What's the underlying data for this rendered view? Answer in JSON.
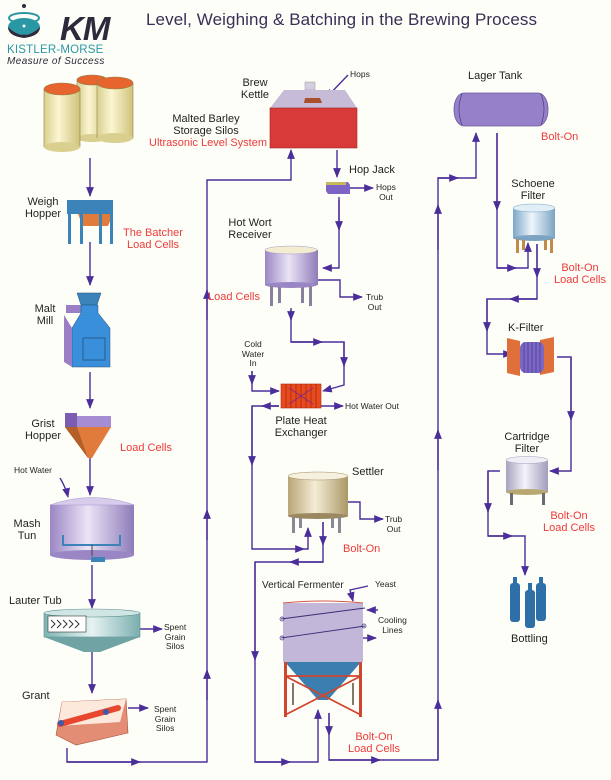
{
  "header": {
    "title": "Level, Weighing & Batching in the Brewing Process",
    "logo": {
      "mark": "KM",
      "company": "KISTLER-MORSE",
      "tagline": "Measure of Success",
      "icon": "km-logo-icon"
    }
  },
  "colors": {
    "flow_line": "#4b2e9a",
    "product_label": "#ec3b3b",
    "text": "#1f1f1f",
    "title": "#3b2e55",
    "logo_teal": "#2a98a4"
  },
  "equipment": {
    "silos": {
      "name": "Malted Barley Storage Silos",
      "line1": "Malted Barley",
      "line2": "Storage Silos",
      "product": "Ultrasonic Level System"
    },
    "weigh_hopper": {
      "line1": "Weigh",
      "line2": "Hopper",
      "product_line1": "The Batcher",
      "product_line2": "Load Cells"
    },
    "malt_mill": {
      "line1": "Malt",
      "line2": "Mill"
    },
    "grist_hopper": {
      "line1": "Grist",
      "line2": "Hopper",
      "product": "Load Cells"
    },
    "mash_tun": {
      "line1": "Mash",
      "line2": "Tun",
      "input": "Hot Water"
    },
    "lauter_tub": {
      "name": "Lauter Tub",
      "out_line1": "Spent",
      "out_line2": "Grain",
      "out_line3": "Silos"
    },
    "grant": {
      "name": "Grant",
      "out_line1": "Spent",
      "out_line2": "Grain",
      "out_line3": "Silos"
    },
    "brew_kettle": {
      "line1": "Brew",
      "line2": "Kettle",
      "input": "Hops"
    },
    "hop_jack": {
      "name": "Hop Jack",
      "out_line1": "Hops",
      "out_line2": "Out"
    },
    "hot_wort_receiver": {
      "line1": "Hot Wort",
      "line2": "Receiver",
      "product": "Load Cells",
      "out_line1": "Trub",
      "out_line2": "Out"
    },
    "plate_heat_exchanger": {
      "line1": "Plate Heat",
      "line2": "Exchanger",
      "in_line1": "Cold",
      "in_line2": "Water",
      "in_line3": "In",
      "out": "Hot Water Out"
    },
    "settler": {
      "name": "Settler",
      "product": "Bolt-On",
      "out_line1": "Trub",
      "out_line2": "Out"
    },
    "vertical_fermenter": {
      "name": "Vertical Fermenter",
      "input": "Yeast",
      "cooling_line1": "Cooling",
      "cooling_line2": "Lines",
      "product_line1": "Bolt-On",
      "product_line2": "Load Cells"
    },
    "lager_tank": {
      "name": "Lager Tank",
      "product": "Bolt-On"
    },
    "schoene_filter": {
      "line1": "Schoene",
      "line2": "Filter",
      "product_line1": "Bolt-On",
      "product_line2": "Load Cells"
    },
    "k_filter": {
      "name": "K-Filter"
    },
    "cartridge_filter": {
      "line1": "Cartridge",
      "line2": "Filter",
      "product_line1": "Bolt-On",
      "product_line2": "Load Cells"
    },
    "bottling": {
      "name": "Bottling"
    }
  }
}
